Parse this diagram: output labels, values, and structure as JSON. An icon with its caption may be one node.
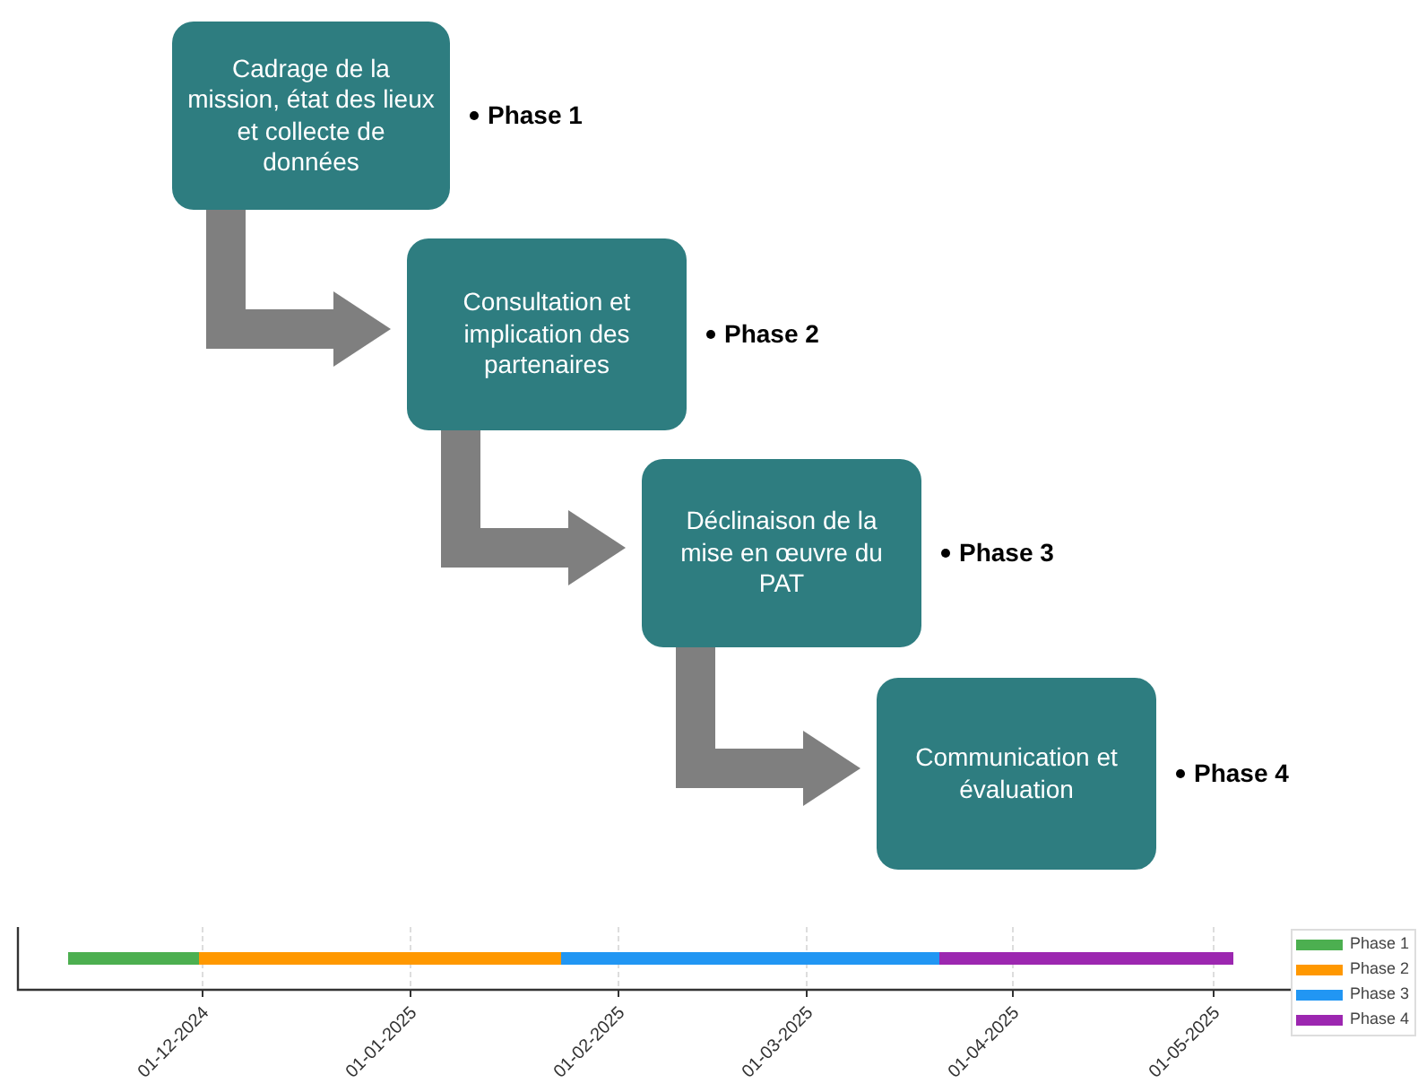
{
  "diagram": {
    "nodes": [
      {
        "text": [
          "Cadrage de la mission, état des lieux et collecte de données"
        ],
        "beside": [
          "Phase 1"
        ]
      },
      {
        "text": [
          "Consultation et implication des partenaires"
        ],
        "beside": [
          "Phase 2"
        ]
      },
      {
        "text": [
          "Déclinaison de la mise en œuvre du PAT"
        ],
        "beside": [
          "Phase 3"
        ]
      },
      {
        "text": [
          "Communication et évaluation"
        ],
        "beside": [
          "Phase 4"
        ]
      }
    ],
    "edges": [
      {
        "from": 0,
        "to": 1,
        "arrow": "to"
      },
      {
        "from": 1,
        "to": 2,
        "arrow": "to"
      },
      {
        "from": 2,
        "to": 3,
        "arrow": "to"
      }
    ],
    "labels": [
      "01-12-2024",
      "01-01-2025",
      "01-02-2025",
      "01-03-2025",
      "01-04-2025",
      "01-05-2025"
    ],
    "legend": [
      {
        "text": "Phase 1",
        "color": "#4caf50"
      },
      {
        "text": "Phase 2",
        "color": "#ff9800"
      },
      {
        "text": "Phase 3",
        "color": "#2196f3"
      },
      {
        "text": "Phase 4",
        "color": "#9c27b0"
      }
    ]
  }
}
